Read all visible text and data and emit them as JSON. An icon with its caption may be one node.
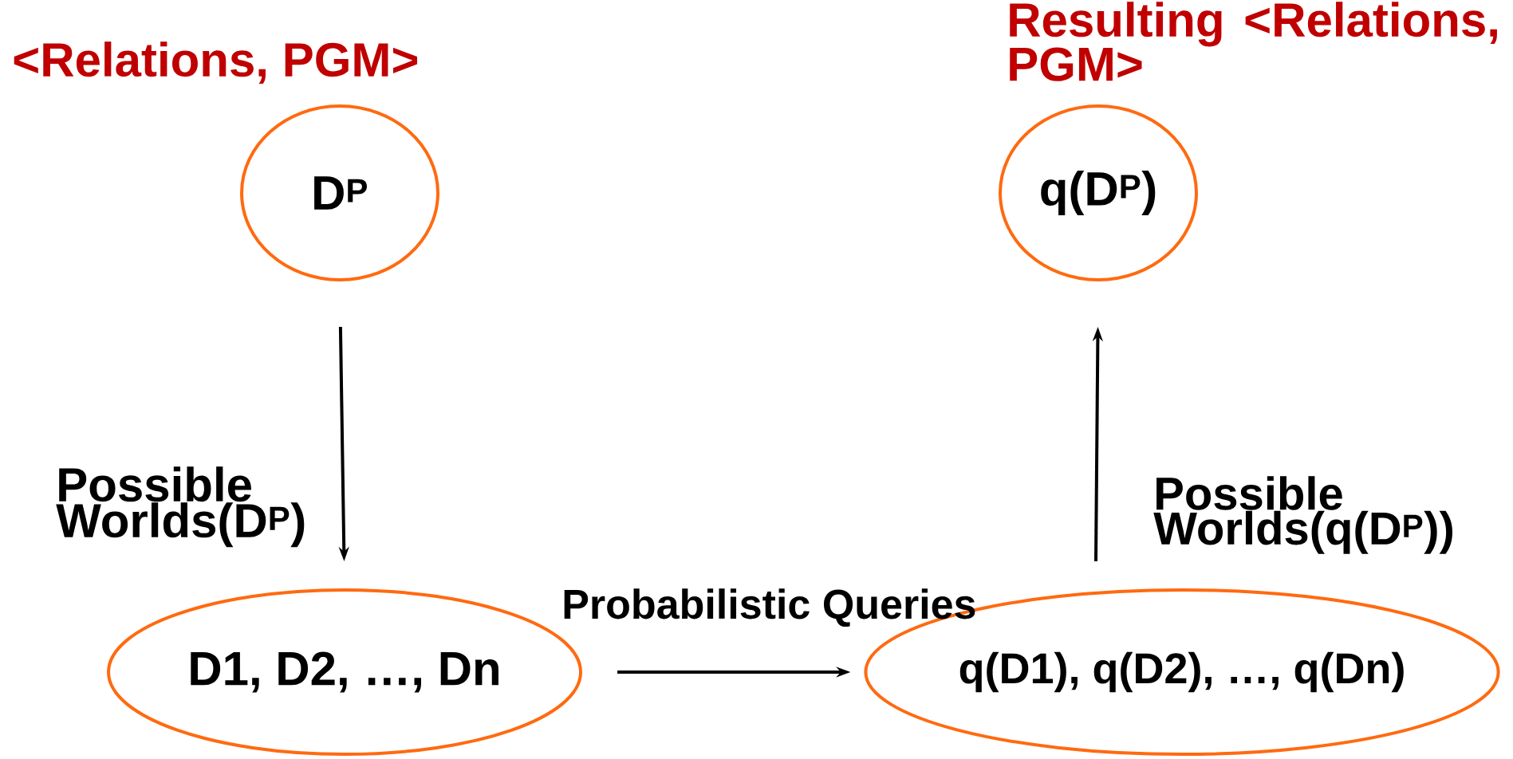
{
  "diagram": {
    "nodes": [
      {
        "text": [
          "D$^{P}$"
        ],
        "beside": [
          "<Relations, PGM>"
        ]
      },
      {
        "text": [
          "D1, D2, …, Dn"
        ]
      },
      {
        "text": [
          "q(D1), q(D2), …, q(Dn)"
        ]
      },
      {
        "text": [
          "q(D$^{P}$)"
        ],
        "beside": [
          "Resulting <Relations, PGM>"
        ]
      }
    ],
    "edges": [
      {
        "from": 0,
        "to": 1,
        "arrow": "to",
        "label": "Possible Worlds(D$^{P}$)"
      },
      {
        "from": 1,
        "to": 2,
        "arrow": "to",
        "label": "Probabilistic Queries"
      },
      {
        "from": 2,
        "to": 3,
        "arrow": "to",
        "label": "Possible Worlds(q(D$^{P}$))"
      }
    ]
  }
}
